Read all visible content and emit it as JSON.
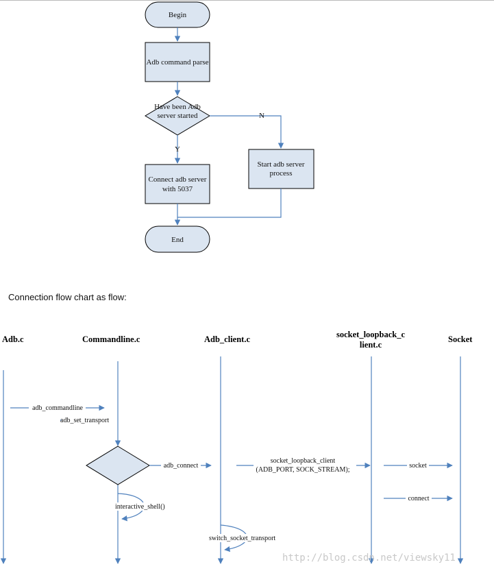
{
  "flowchart": {
    "begin": "Begin",
    "parse": "Adb command parse",
    "decision_line1": "Have been Adb",
    "decision_line2": "server started",
    "yes_label": "Y",
    "no_label": "N",
    "connect_line1": "Connect adb server",
    "connect_line2": "with 5037",
    "start_line1": "Start adb server",
    "start_line2": "process",
    "end": "End"
  },
  "caption": "Connection flow chart as flow:",
  "sequence": {
    "headers": {
      "adb_c": "Adb.c",
      "commandline_c": "Commandline.c",
      "adb_client_c": "Adb_client.c",
      "socket_loopback_line1": "socket_loopback_c",
      "socket_loopback_line2": "lient.c",
      "socket": "Socket"
    },
    "messages": {
      "adb_commandline": "adb_commandline",
      "adb_set_transport": "adb_set_transport",
      "adb_connect": "adb_connect",
      "socket_loopback_client_line1": "socket_loopback_client",
      "socket_loopback_client_line2": "(ADB_PORT, SOCK_STREAM);",
      "socket": "socket",
      "connect": "connect",
      "interactive_shell": "interactive_shell()",
      "switch_socket_transport": "switch_socket_transport"
    }
  },
  "watermark": "http://blog.csdn.net/viewsky11",
  "colors": {
    "line": "#4f81bd",
    "fill": "#dbe5f1",
    "border": "#000000"
  }
}
